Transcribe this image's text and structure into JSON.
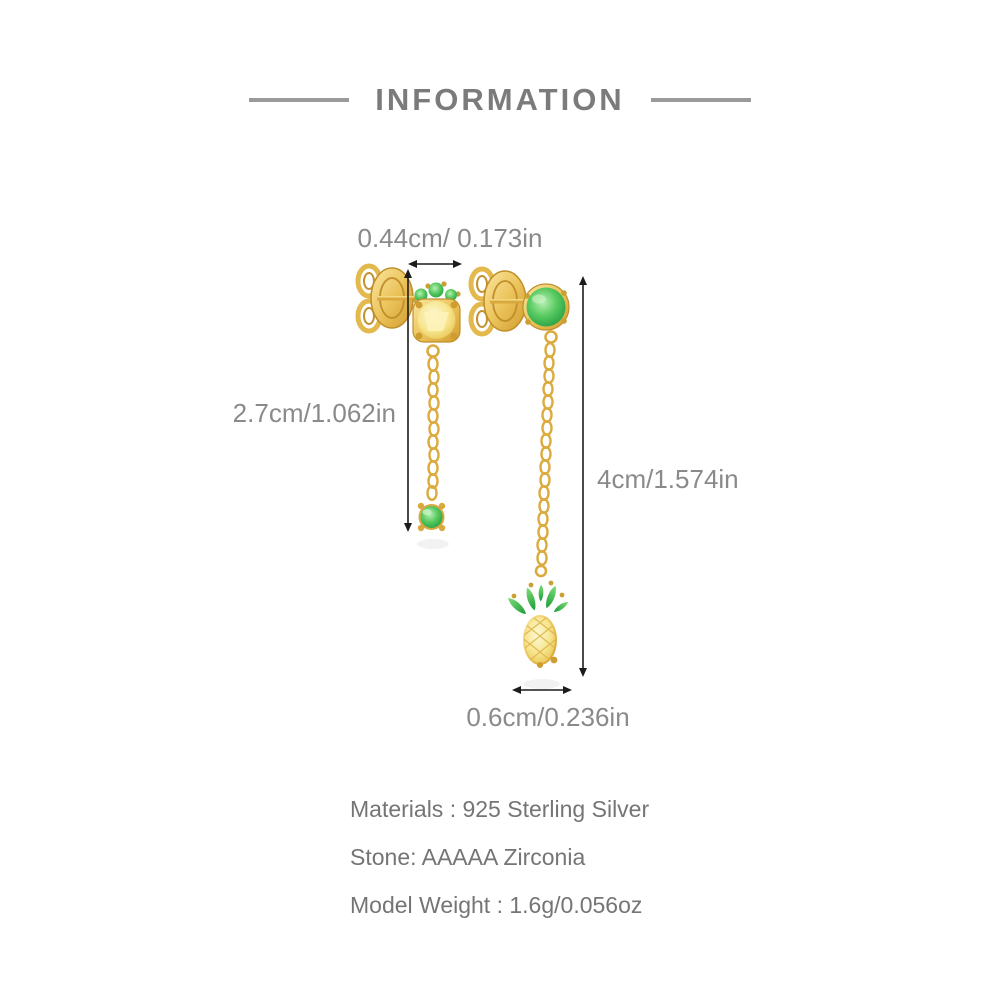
{
  "header": {
    "title": "INFORMATION"
  },
  "measurements": {
    "stud_width": "0.44cm/ 0.173in",
    "left_length": "2.7cm/1.062in",
    "right_length": "4cm/1.574in",
    "pendant_width": "0.6cm/0.236in"
  },
  "specs": [
    "Materials : 925 Sterling Silver",
    "Stone: AAAAA Zirconia",
    "Model Weight : 1.6g/0.056oz"
  ],
  "colors": {
    "title_gray": "#7b7b7b",
    "divider_gray": "#9a9a9a",
    "measurement_gray": "#8a8a8a",
    "spec_gray": "#757575",
    "arrow_black": "#1c1c1c",
    "gold": "#d9a93f",
    "gold_dark": "#b8882a",
    "gold_light": "#f7e193",
    "green_stone": "#2fae4a",
    "yellow_stone": "#f7e58d",
    "background": "#ffffff"
  }
}
